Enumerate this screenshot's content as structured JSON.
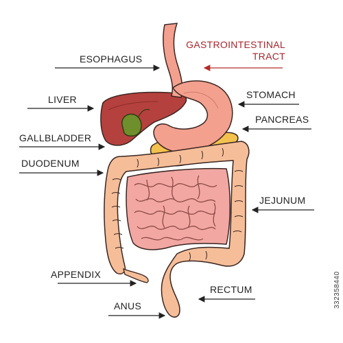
{
  "diagram": {
    "title_line1": "GASTROINTESTINAL",
    "title_line2": "TRACT",
    "labels": {
      "esophagus": "ESOPHAGUS",
      "liver": "LIVER",
      "gallbladder": "GALLBLADDER",
      "duodenum": "DUODENUM",
      "stomach": "STOMACH",
      "pancreas": "PANCREAS",
      "jejunum": "JEJUNUM",
      "appendix": "APPENDIX",
      "anus": "ANUS",
      "rectum": "RECTUM"
    },
    "stock_id": "332358440"
  },
  "colors": {
    "title": "#a8242c",
    "text": "#222222",
    "arrow": "#222222",
    "title_arrow": "#b52a2a",
    "esophagus_stomach": "#f3a08f",
    "liver": "#b4413d",
    "gallbladder": "#6e8f2b",
    "pancreas": "#f2c14e",
    "large_intestine": "#f5be98",
    "small_intestine": "#f2a7a2",
    "outline": "#3a2420"
  }
}
